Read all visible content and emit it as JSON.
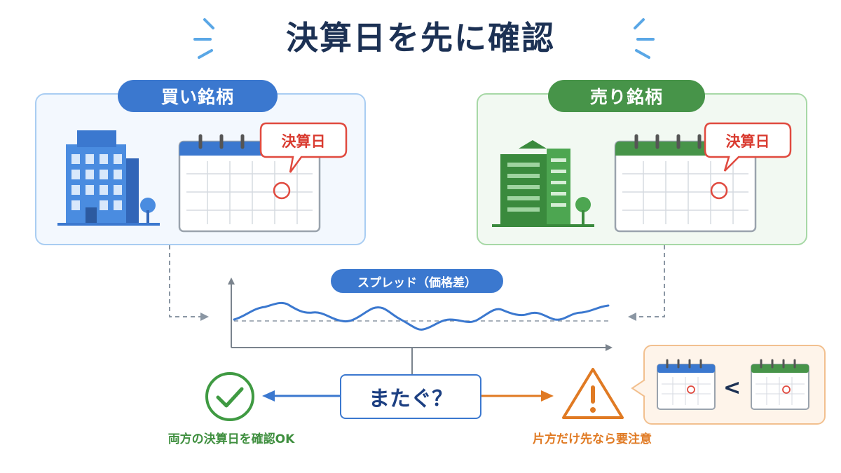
{
  "title": "決算日を先に確認",
  "buy_panel": {
    "label": "買い銘柄",
    "bubble": "決算日"
  },
  "sell_panel": {
    "label": "売り銘柄",
    "bubble": "決算日"
  },
  "spread": {
    "label": "スプレッド（価格差）"
  },
  "question": "またぐ？",
  "ok_text": "両方の決算日を確認OK",
  "warn_text": "片方だけ先なら要注意",
  "comparison_symbol": "<",
  "colors": {
    "navy": "#1c3154",
    "blue": "#3b78cf",
    "green": "#479449",
    "orange": "#e07a23",
    "red": "#d93b30"
  }
}
